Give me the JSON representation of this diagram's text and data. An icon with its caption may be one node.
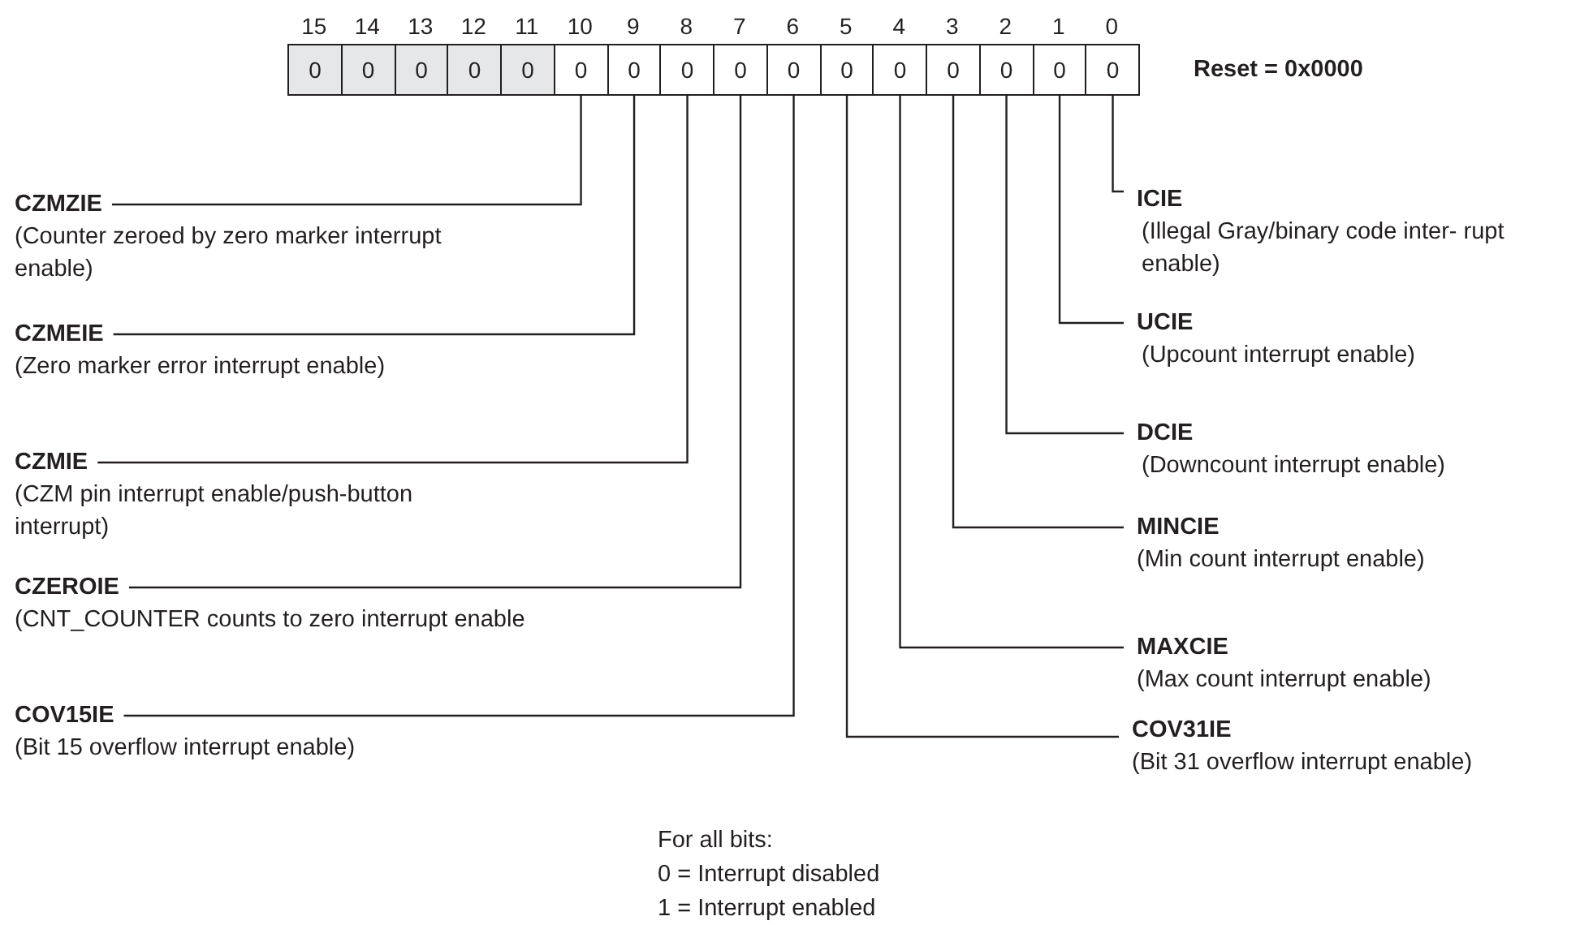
{
  "diagram": {
    "nodes": [
      {
        "text": [
          "0"
        ]
      },
      {
        "text": [
          "0"
        ]
      },
      {
        "text": [
          "0"
        ]
      },
      {
        "text": [
          "0"
        ]
      },
      {
        "text": [
          "0"
        ]
      },
      {
        "text": [
          "0"
        ]
      },
      {
        "text": [
          "0"
        ]
      },
      {
        "text": [
          "0"
        ]
      },
      {
        "text": [
          "0"
        ]
      },
      {
        "text": [
          "0"
        ]
      },
      {
        "text": [
          "0"
        ]
      },
      {
        "text": [
          "0"
        ]
      },
      {
        "text": [
          "0"
        ]
      },
      {
        "text": [
          "0"
        ]
      },
      {
        "text": [
          "0"
        ]
      },
      {
        "text": [
          "0"
        ]
      },
      {
        "text": [
          "CZMZIE",
          "(Counter zeroed by zero marker interrupt enable)"
        ]
      },
      {
        "text": [
          "CZMEIE",
          "(Zero marker error interrupt enable)"
        ]
      },
      {
        "text": [
          "CZMIE",
          "(CZM pin interrupt enable/push-button interrupt)"
        ]
      },
      {
        "text": [
          "CZEROIE",
          "(CNT_COUNTER counts to zero interrupt enable"
        ]
      },
      {
        "text": [
          "COV15IE",
          "(Bit 15 overflow interrupt enable)"
        ]
      },
      {
        "text": [
          "ICIE",
          "(Illegal Gray/binary code inter- rupt enable)"
        ]
      },
      {
        "text": [
          "UCIE",
          "(Upcount interrupt enable)"
        ]
      },
      {
        "text": [
          "DCIE",
          "(Downcount interrupt enable)"
        ]
      },
      {
        "text": [
          "MINCIE",
          "(Min count interrupt enable)"
        ]
      },
      {
        "text": [
          "MAXCIE",
          "(Max count interrupt enable)"
        ]
      },
      {
        "text": [
          "COV31IE",
          "(Bit 31 overflow interrupt enable)"
        ]
      }
    ],
    "edges": [
      {
        "from": 16,
        "to": 5,
        "arrow": "none"
      },
      {
        "from": 17,
        "to": 6,
        "arrow": "none"
      },
      {
        "from": 18,
        "to": 7,
        "arrow": "none"
      },
      {
        "from": 19,
        "to": 8,
        "arrow": "none"
      },
      {
        "from": 20,
        "to": 9,
        "arrow": "none"
      },
      {
        "from": 21,
        "to": 15,
        "arrow": "none"
      },
      {
        "from": 22,
        "to": 14,
        "arrow": "none"
      },
      {
        "from": 23,
        "to": 13,
        "arrow": "none"
      },
      {
        "from": 24,
        "to": 12,
        "arrow": "none"
      },
      {
        "from": 25,
        "to": 11,
        "arrow": "none"
      },
      {
        "from": 26,
        "to": 10,
        "arrow": "none"
      }
    ],
    "labels": [
      "15",
      "14",
      "13",
      "12",
      "11",
      "10",
      "9",
      "8",
      "7",
      "6",
      "5",
      "4",
      "3",
      "2",
      "1",
      "0",
      "Reset = 0x0000",
      "For all bits:",
      "0 = Interrupt disabled",
      "1 = Interrupt enabled"
    ]
  }
}
